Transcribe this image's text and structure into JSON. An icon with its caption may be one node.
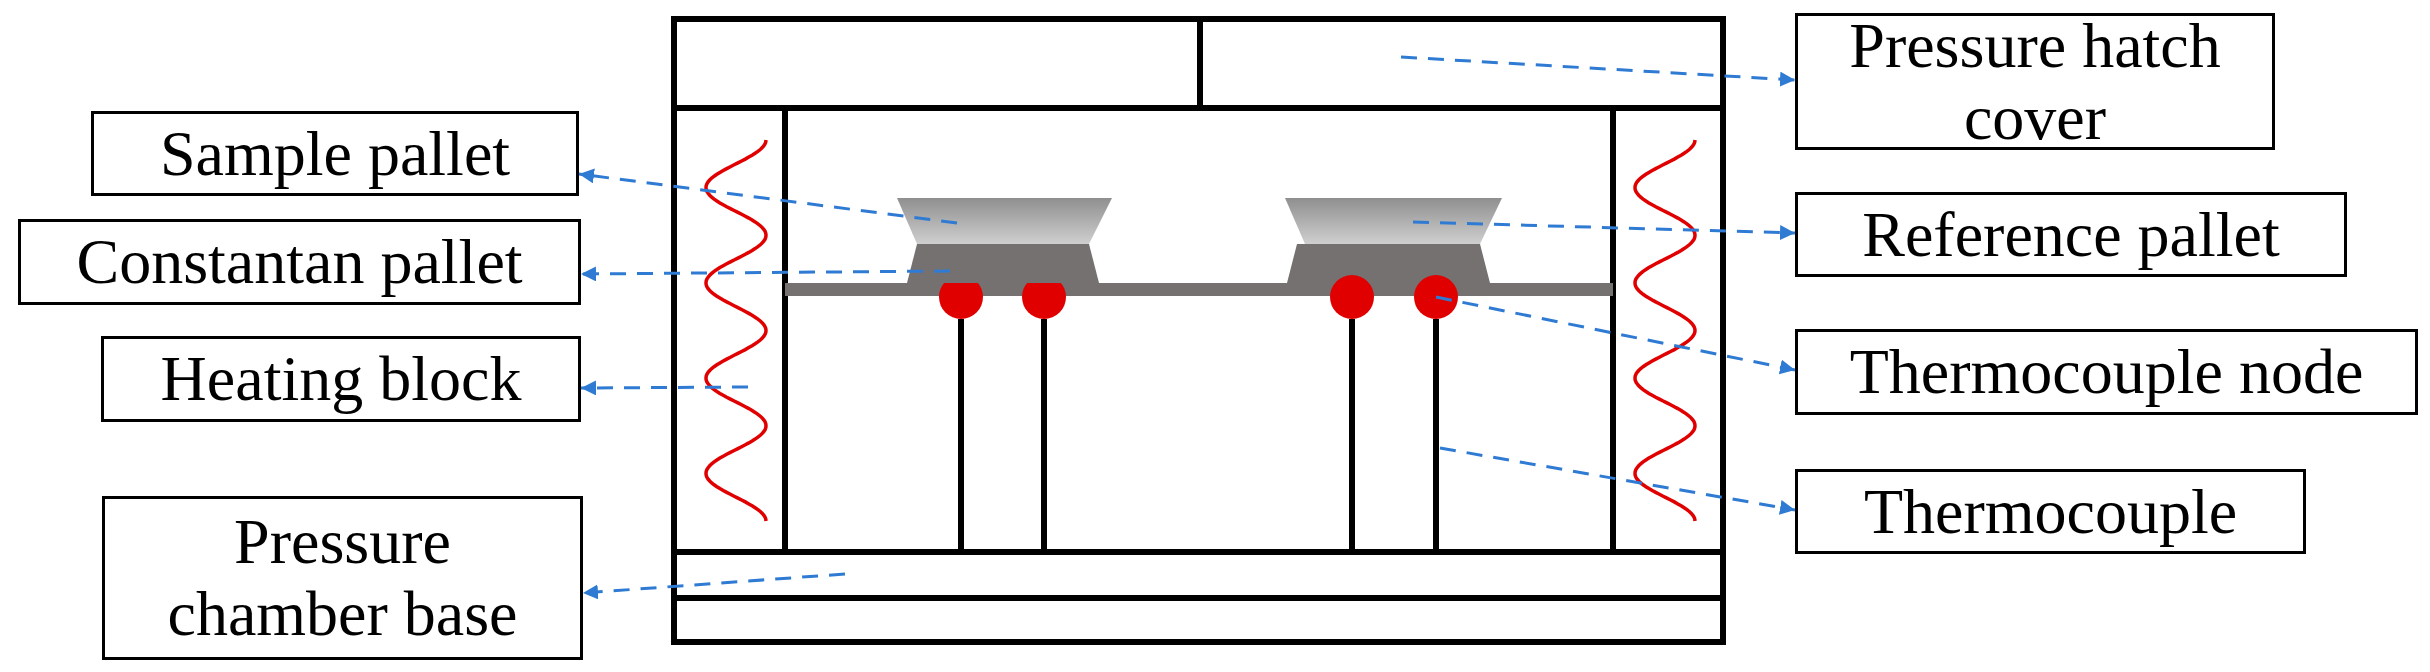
{
  "diagram": {
    "nodes": [
      {
        "text": [
          "Sample pallet"
        ]
      },
      {
        "text": [
          "Constantan pallet"
        ]
      },
      {
        "text": [
          "Heating block"
        ]
      },
      {
        "text": [
          "Pressure chamber base"
        ]
      },
      {
        "text": [
          "Pressure hatch cover"
        ]
      },
      {
        "text": [
          "Reference pallet"
        ]
      },
      {
        "text": [
          "Thermocouple node"
        ]
      },
      {
        "text": [
          "Thermocouple"
        ]
      },
      {
        "text": [],
        "shape": "box"
      },
      {
        "text": [],
        "shape": "trapezoid"
      },
      {
        "text": [],
        "shape": "trapezoid"
      },
      {
        "text": [],
        "shape": "coil"
      },
      {
        "text": [],
        "shape": "trapezoid"
      },
      {
        "text": [],
        "shape": "circle"
      },
      {
        "text": [],
        "shape": "bar"
      },
      {
        "text": [],
        "shape": "box"
      }
    ],
    "edges": [
      {
        "from": 9,
        "to": 0,
        "arrow": "to",
        "style": "dashed"
      },
      {
        "from": 10,
        "to": 1,
        "arrow": "to",
        "style": "dashed"
      },
      {
        "from": 11,
        "to": 2,
        "arrow": "to",
        "style": "dashed"
      },
      {
        "from": 15,
        "to": 3,
        "arrow": "to",
        "style": "dashed"
      },
      {
        "from": 8,
        "to": 4,
        "arrow": "to",
        "style": "dashed"
      },
      {
        "from": 12,
        "to": 5,
        "arrow": "to",
        "style": "dashed"
      },
      {
        "from": 13,
        "to": 6,
        "arrow": "to",
        "style": "dashed"
      },
      {
        "from": 14,
        "to": 7,
        "arrow": "to",
        "style": "dashed"
      }
    ]
  }
}
